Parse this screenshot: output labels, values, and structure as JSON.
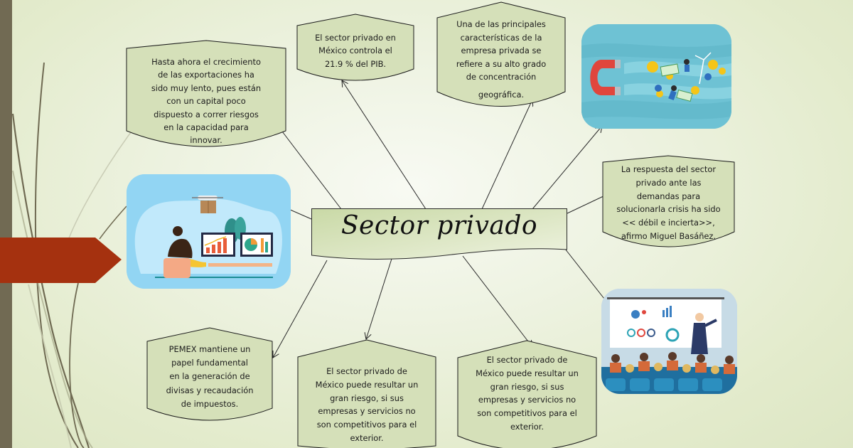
{
  "diagram": {
    "central_topic": "Sector privado",
    "nodes": [
      {
        "id": "exportaciones",
        "lines": [
          "Hasta ahora el crecimiento",
          "de las exportaciones ha",
          "sido muy lento, pues están",
          "con un capital poco",
          "dispuesto a correr riesgos",
          "en la capacidad para",
          "innovar."
        ]
      },
      {
        "id": "pib",
        "lines": [
          "El sector privado  en",
          "México controla el",
          "21.9 % del PIB."
        ]
      },
      {
        "id": "concentracion",
        "lines": [
          "Una de las principales",
          "características de la",
          "empresa privada se",
          "refiere a su alto grado",
          "de concentración",
          "geográfica."
        ]
      },
      {
        "id": "respuesta",
        "lines": [
          "La respuesta del sector",
          "privado ante las",
          "demandas para",
          "solucionarla crisis ha sido",
          "<< débil e incierta>>,",
          "afirmo Miguel Basáñez."
        ]
      },
      {
        "id": "pemex",
        "lines": [
          "PEMEX mantiene un",
          "papel fundamental",
          "en la generación de",
          "divisas y recaudación",
          "de impuestos."
        ]
      },
      {
        "id": "riesgo-1",
        "lines": [
          "El sector privado de",
          "México puede resultar un",
          "gran riesgo, si sus",
          "empresas y servicios no",
          "son competitivos para el",
          "exterior."
        ]
      },
      {
        "id": "riesgo-2",
        "lines": [
          "El sector privado de",
          "México puede resultar un",
          "gran riesgo, si sus",
          "empresas y servicios no",
          "son competitivos para el",
          "exterior."
        ]
      }
    ],
    "images": [
      {
        "id": "analyst-drone",
        "description": "woman-at-computers-with-charts-and-delivery-drone"
      },
      {
        "id": "magnet-money",
        "description": "magnet-attracting-money-and-people"
      },
      {
        "id": "presentation",
        "description": "presenter-in-front-of-audience"
      }
    ]
  },
  "colors": {
    "node_fill": "#d5e0b9",
    "node_stroke": "#1a1a1a",
    "central_fill": "#d7e3bd",
    "left_bar": "#716a53",
    "ribbon": "#a5310f",
    "background": "#e6edd3"
  }
}
